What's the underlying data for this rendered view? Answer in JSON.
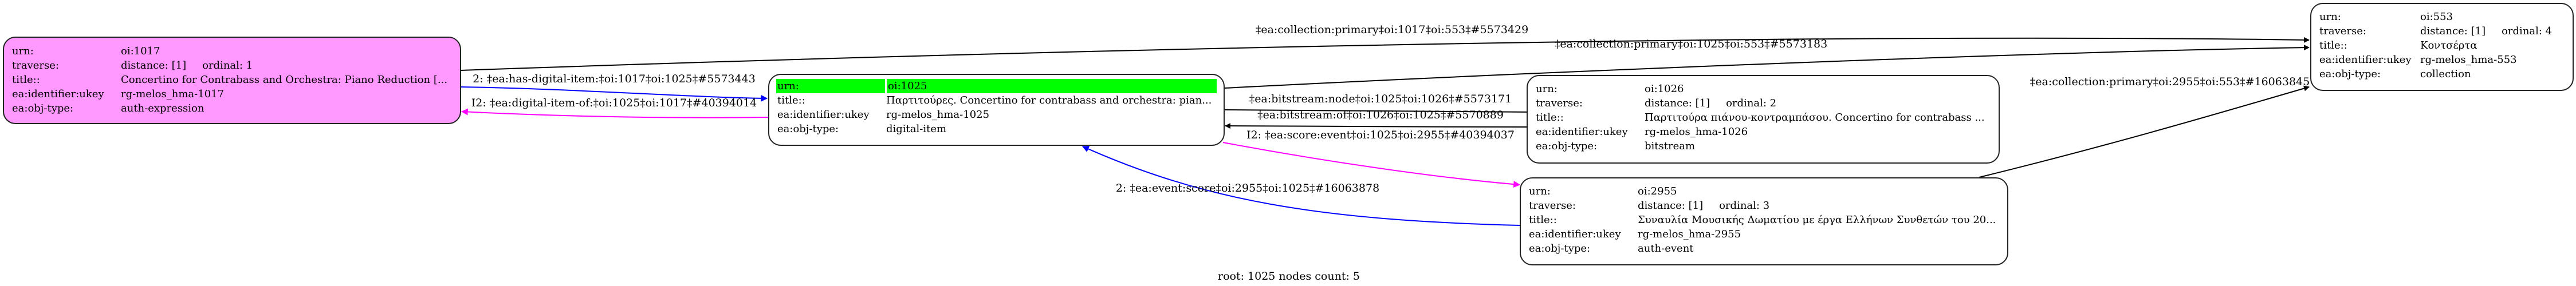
{
  "graph": {
    "footer": "root: 1025 nodes count: 5",
    "colors": {
      "root_node_fill": "#ff99ff",
      "root_highlight": "#00ff00",
      "edge_default": "#000000",
      "edge_forward": "#0000ff",
      "edge_inverse": "#ff00ff"
    },
    "nodes": {
      "n1017": {
        "urn_key": "urn:",
        "urn": "oi:1017",
        "traverse_key": "traverse:",
        "distance": "distance: [1]",
        "ordinal": "ordinal: 1",
        "title_key": "title::",
        "title": "Concertino for Contrabass and Orchestra: Piano Reduction [...",
        "ukey_key": "ea:identifier:ukey",
        "ukey": "rg-melos_hma-1017",
        "type_key": "ea:obj-type:",
        "type": "auth-expression"
      },
      "n1025": {
        "urn_key": "urn:",
        "urn": "oi:1025",
        "title_key": "title::",
        "title": "Παρτιτούρες. Concertino for contrabass and orchestra: pian...",
        "ukey_key": "ea:identifier:ukey",
        "ukey": "rg-melos_hma-1025",
        "type_key": "ea:obj-type:",
        "type": "digital-item"
      },
      "n1026": {
        "urn_key": "urn:",
        "urn": "oi:1026",
        "traverse_key": "traverse:",
        "distance": "distance: [1]",
        "ordinal": "ordinal: 2",
        "title_key": "title::",
        "title": "Παρτιτούρα πιάνου-κοντραμπάσου. Concertino for contrabass ...",
        "ukey_key": "ea:identifier:ukey",
        "ukey": "rg-melos_hma-1026",
        "type_key": "ea:obj-type:",
        "type": "bitstream"
      },
      "n2955": {
        "urn_key": "urn:",
        "urn": "oi:2955",
        "traverse_key": "traverse:",
        "distance": "distance: [1]",
        "ordinal": "ordinal: 3",
        "title_key": "title::",
        "title": "Συναυλία Μουσικής Δωματίου με έργα Ελλήνων Συνθετών του 20...",
        "ukey_key": "ea:identifier:ukey",
        "ukey": "rg-melos_hma-2955",
        "type_key": "ea:obj-type:",
        "type": "auth-event"
      },
      "n553": {
        "urn_key": "urn:",
        "urn": "oi:553",
        "traverse_key": "traverse:",
        "distance": "distance: [1]",
        "ordinal": "ordinal: 4",
        "title_key": "title::",
        "title": "Κοντσέρτα",
        "ukey_key": "ea:identifier:ukey",
        "ukey": "rg-melos_hma-553",
        "type_key": "ea:obj-type:",
        "type": "collection"
      }
    },
    "edges": {
      "e1017_553": {
        "label": "‡ea:collection:primary‡oi:1017‡oi:553‡#5573429",
        "from": "oi:1017",
        "to": "oi:553",
        "color": "#000000"
      },
      "e1017_1025": {
        "label": "2: ‡ea:has-digital-item:‡oi:1017‡oi:1025‡#5573443",
        "from": "oi:1017",
        "to": "oi:1025",
        "color": "#0000ff"
      },
      "e1025_1017": {
        "label": "I2: ‡ea:digital-item-of:‡oi:1025‡oi:1017‡#40394014",
        "from": "oi:1025",
        "to": "oi:1017",
        "color": "#ff00ff"
      },
      "e1025_553": {
        "label": "‡ea:collection:primary‡oi:1025‡oi:553‡#5573183",
        "from": "oi:1025",
        "to": "oi:553",
        "color": "#000000"
      },
      "e1025_1026": {
        "label": "‡ea:bitstream:node‡oi:1025‡oi:1026‡#5573171",
        "from": "oi:1025",
        "to": "oi:1026",
        "color": "#000000"
      },
      "e1026_1025": {
        "label": "‡ea:bitstream:of‡oi:1026‡oi:1025‡#5570889",
        "from": "oi:1026",
        "to": "oi:1025",
        "color": "#000000"
      },
      "e1025_2955": {
        "label": "I2: ‡ea:score:event‡oi:1025‡oi:2955‡#40394037",
        "from": "oi:1025",
        "to": "oi:2955",
        "color": "#ff00ff"
      },
      "e2955_1025": {
        "label": "2: ‡ea:event:score‡oi:2955‡oi:1025‡#16063878",
        "from": "oi:2955",
        "to": "oi:1025",
        "color": "#0000ff"
      },
      "e2955_553": {
        "label": "‡ea:collection:primary‡oi:2955‡oi:553‡#16063845",
        "from": "oi:2955",
        "to": "oi:553",
        "color": "#000000"
      }
    }
  }
}
